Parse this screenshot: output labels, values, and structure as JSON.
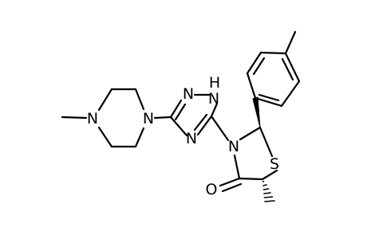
{
  "molecule": {
    "atom_labels": {
      "N_pip_left": "N",
      "N_pip_right": "N",
      "N_triazole_1": "N",
      "N_triazole_2": "N",
      "H_triazole": "H",
      "N_triazole_3": "N",
      "N_thiazolidinone": "N",
      "S_ring": "S",
      "O_carbonyl": "O"
    },
    "colors": {
      "bond": "#000000",
      "label": "#000000",
      "background": "#ffffff"
    }
  }
}
